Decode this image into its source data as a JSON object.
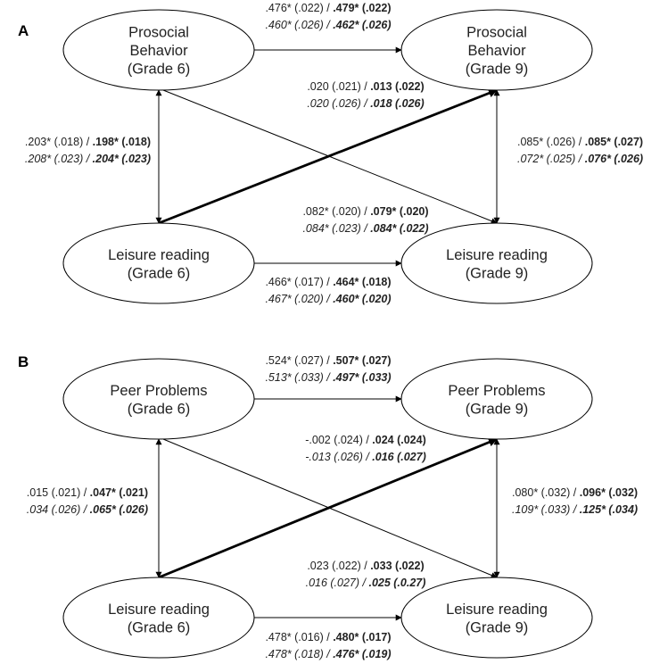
{
  "panels": [
    {
      "letter": "A",
      "nodes": {
        "tl": [
          "Prosocial",
          "Behavior",
          "(Grade 6)"
        ],
        "tr": [
          "Prosocial",
          "Behavior",
          "(Grade 9)"
        ],
        "bl": [
          "Leisure reading",
          "(Grade 6)"
        ],
        "br": [
          "Leisure reading",
          "(Grade 9)"
        ]
      },
      "coefficients": {
        "top_path": [
          [
            {
              "t": ".476* (.022) / ",
              "s": ""
            },
            {
              "t": ".479* (.022)",
              "s": "b"
            }
          ],
          [
            {
              "t": ".460* (.026) / ",
              "s": "i"
            },
            {
              "t": ".462* (.026)",
              "s": "bi"
            }
          ]
        ],
        "diag_up": [
          [
            {
              "t": ".020 (.021) / ",
              "s": ""
            },
            {
              "t": ".013 (.022)",
              "s": "b"
            }
          ],
          [
            {
              "t": ".020 (.026) / ",
              "s": "i"
            },
            {
              "t": ".018 (.026)",
              "s": "bi"
            }
          ]
        ],
        "left_path": [
          [
            {
              "t": ".203* (.018) / ",
              "s": ""
            },
            {
              "t": ".198* (.018)",
              "s": "b"
            }
          ],
          [
            {
              "t": ".208* (.023) / ",
              "s": "i"
            },
            {
              "t": ".204* (.023)",
              "s": "bi"
            }
          ]
        ],
        "right_path": [
          [
            {
              "t": ".085* (.026) / ",
              "s": ""
            },
            {
              "t": ".085* (.027)",
              "s": "b"
            }
          ],
          [
            {
              "t": ".072* (.025) / ",
              "s": "i"
            },
            {
              "t": ".076* (.026)",
              "s": "bi"
            }
          ]
        ],
        "diag_down": [
          [
            {
              "t": ".082* (.020) / ",
              "s": ""
            },
            {
              "t": ".079* (.020)",
              "s": "b"
            }
          ],
          [
            {
              "t": ".084* (.023) / ",
              "s": "i"
            },
            {
              "t": ".084* (.022)",
              "s": "bi"
            }
          ]
        ],
        "bottom_path": [
          [
            {
              "t": ".466* (.017) / ",
              "s": ""
            },
            {
              "t": ".464* (.018)",
              "s": "b"
            }
          ],
          [
            {
              "t": ".467* (.020) / ",
              "s": "i"
            },
            {
              "t": ".460* (.020)",
              "s": "bi"
            }
          ]
        ]
      }
    },
    {
      "letter": "B",
      "nodes": {
        "tl": [
          "Peer Problems",
          "(Grade 6)"
        ],
        "tr": [
          "Peer Problems",
          "(Grade 9)"
        ],
        "bl": [
          "Leisure reading",
          "(Grade 6)"
        ],
        "br": [
          "Leisure reading",
          "(Grade 9)"
        ]
      },
      "coefficients": {
        "top_path": [
          [
            {
              "t": ".524* (.027) / ",
              "s": ""
            },
            {
              "t": ".507* (.027)",
              "s": "b"
            }
          ],
          [
            {
              "t": ".513* (.033) / ",
              "s": "i"
            },
            {
              "t": ".497* (.033)",
              "s": "bi"
            }
          ]
        ],
        "diag_up": [
          [
            {
              "t": "-.002 (.024) / ",
              "s": ""
            },
            {
              "t": ".024 (.024)",
              "s": "b"
            }
          ],
          [
            {
              "t": "-.013 (.026) / ",
              "s": "i"
            },
            {
              "t": ".016 (.027)",
              "s": "bi"
            }
          ]
        ],
        "left_path": [
          [
            {
              "t": ".015 (.021) / ",
              "s": ""
            },
            {
              "t": ".047* (.021)",
              "s": "b"
            }
          ],
          [
            {
              "t": ".034 (.026) / ",
              "s": "i"
            },
            {
              "t": ".065* (.026)",
              "s": "bi"
            }
          ]
        ],
        "right_path": [
          [
            {
              "t": ".080* (.032) / ",
              "s": ""
            },
            {
              "t": ".096* (.032)",
              "s": "b"
            }
          ],
          [
            {
              "t": ".109* (.033) / ",
              "s": "i"
            },
            {
              "t": ".125* (.034)",
              "s": "bi"
            }
          ]
        ],
        "diag_down": [
          [
            {
              "t": ".023 (.022) / ",
              "s": ""
            },
            {
              "t": ".033 (.022)",
              "s": "b"
            }
          ],
          [
            {
              "t": ".016 (.027) / ",
              "s": "i"
            },
            {
              "t": ".025 (.0.27)",
              "s": "bi"
            }
          ]
        ],
        "bottom_path": [
          [
            {
              "t": ".478* (.016) / ",
              "s": ""
            },
            {
              "t": ".480* (.017)",
              "s": "b"
            }
          ],
          [
            {
              "t": ".478* (.018) / ",
              "s": "i"
            },
            {
              "t": ".476* (.019)",
              "s": "bi"
            }
          ]
        ]
      }
    }
  ]
}
